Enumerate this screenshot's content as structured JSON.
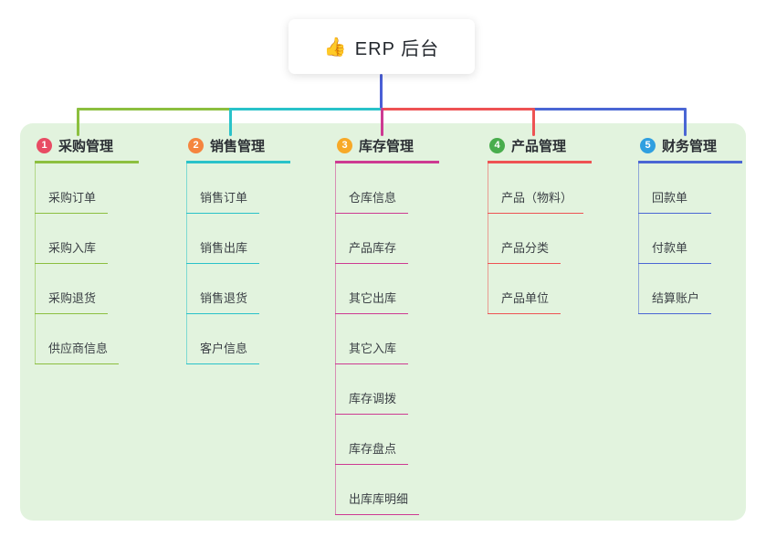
{
  "root": {
    "icon": "👍",
    "title": "ERP 后台"
  },
  "colors": {
    "canvas_bg": "#e2f3de",
    "connector": "#4a5fd6"
  },
  "branches": [
    {
      "badge": "1",
      "title": "采购管理",
      "badge_color": "#e84c64",
      "line_color": "#8cbf3f",
      "children": [
        "采购订单",
        "采购入库",
        "采购退货",
        "供应商信息"
      ]
    },
    {
      "badge": "2",
      "title": "销售管理",
      "badge_color": "#f5853f",
      "line_color": "#29c2c9",
      "children": [
        "销售订单",
        "销售出库",
        "销售退货",
        "客户信息"
      ]
    },
    {
      "badge": "3",
      "title": "库存管理",
      "badge_color": "#f7a928",
      "line_color": "#cd3a92",
      "children": [
        "仓库信息",
        "产品库存",
        "其它出库",
        "其它入库",
        "库存调拨",
        "库存盘点",
        "出库库明细"
      ]
    },
    {
      "badge": "4",
      "title": "产品管理",
      "badge_color": "#49ad4d",
      "line_color": "#ee5253",
      "children": [
        "产品（物料）",
        "产品分类",
        "产品单位"
      ]
    },
    {
      "badge": "5",
      "title": "财务管理",
      "badge_color": "#2f9fe0",
      "line_color": "#4a66d4",
      "children": [
        "回款单",
        "付款单",
        "结算账户"
      ]
    }
  ]
}
